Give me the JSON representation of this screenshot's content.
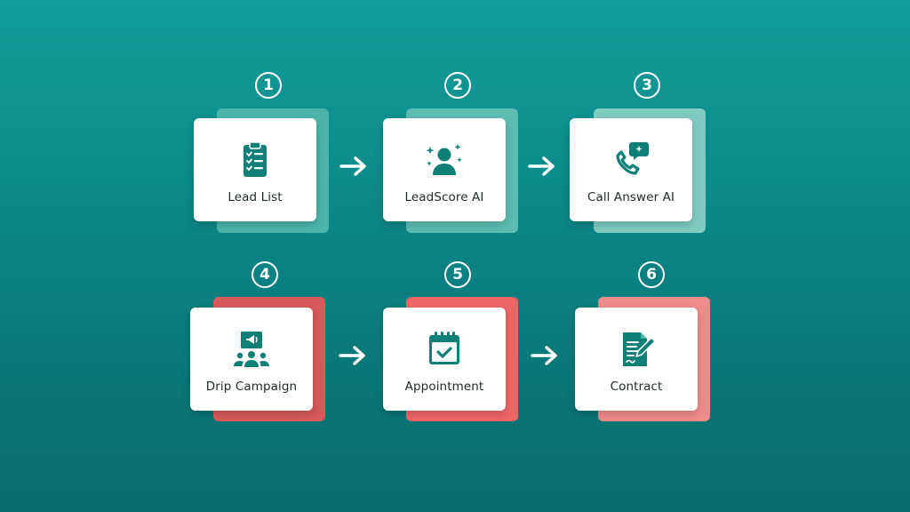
{
  "colors": {
    "background": "#0e8c8a",
    "icon": "#0e8078",
    "shadow_row1": [
      "#4bb5aa",
      "#5cbdb2",
      "#7fcbc1"
    ],
    "shadow_row2": [
      "#d75a5a",
      "#f06666",
      "#ef8c8c"
    ]
  },
  "steps": [
    {
      "number": "1",
      "label": "Lead List",
      "icon": "clipboard-checklist-icon"
    },
    {
      "number": "2",
      "label": "LeadScore AI",
      "icon": "user-sparkle-icon"
    },
    {
      "number": "3",
      "label": "Call Answer AI",
      "icon": "phone-chat-icon"
    },
    {
      "number": "4",
      "label": "Drip Campaign",
      "icon": "presentation-megaphone-icon"
    },
    {
      "number": "5",
      "label": "Appointment",
      "icon": "calendar-check-icon"
    },
    {
      "number": "6",
      "label": "Contract",
      "icon": "document-pen-icon"
    }
  ]
}
